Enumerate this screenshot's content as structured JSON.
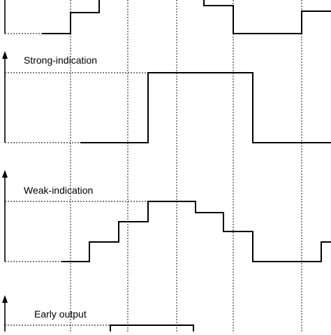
{
  "panels": {
    "strong_label": "Strong-indication",
    "weak_label": "Weak-indication",
    "early_label": "Early output"
  }
}
